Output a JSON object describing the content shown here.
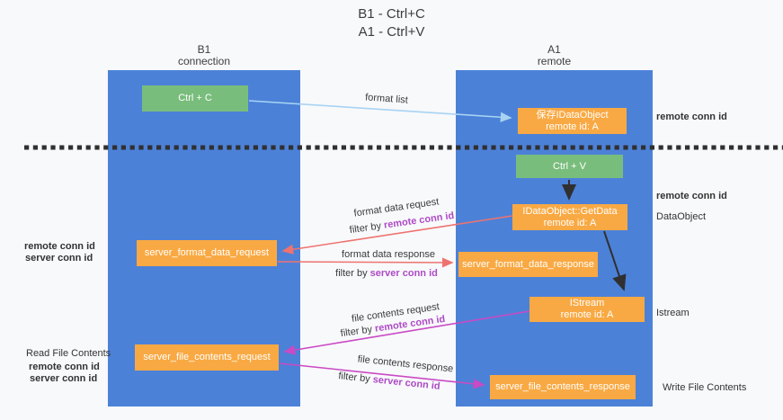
{
  "title": {
    "line1": "B1 - Ctrl+C",
    "line2": "A1 - Ctrl+V"
  },
  "lanes": {
    "left": {
      "name": "B1",
      "subtitle": "connection"
    },
    "right": {
      "name": "A1",
      "subtitle": "remote"
    }
  },
  "boxes": {
    "ctrl_c": {
      "label": "Ctrl + C"
    },
    "save_dataobject": {
      "line1": "保存IDataObject",
      "line2": "remote id: A"
    },
    "ctrl_v": {
      "label": "Ctrl + V"
    },
    "getdata": {
      "line1": "IDataObject::GetData",
      "line2": "remote id: A"
    },
    "istream": {
      "line1": "IStream",
      "line2": "remote id: A"
    },
    "format_request": {
      "label": "server_format_data_request"
    },
    "format_response": {
      "label": "server_format_data_response"
    },
    "file_request": {
      "label": "server_file_contents_request"
    },
    "file_response": {
      "label": "server_file_contents_response"
    }
  },
  "flow_labels": {
    "format_list": "format list",
    "format_data_request": "format data request",
    "format_data_response": "format data response",
    "file_contents_request": "file contents request",
    "file_contents_response": "file contents response",
    "filter_by": "filter by",
    "remote_conn_id": "remote conn id",
    "server_conn_id": "server conn id"
  },
  "side_labels": {
    "dataobject": "DataObject",
    "istream": "Istream",
    "read_file_contents": "Read File Contents",
    "write_file_contents": "Write File Contents"
  },
  "colors": {
    "background": "#f8f9fb",
    "lane_blue": "#4c81d8",
    "box_orange": "#f9a943",
    "box_green": "#79bd7c",
    "arrow_black": "#303030",
    "arrow_red": "#ee736f",
    "arrow_magenta": "#c94ac4",
    "arrow_lightblue": "#a7d3f2",
    "label_purple": "#ad4bc5",
    "label_green": "#5eb563"
  }
}
